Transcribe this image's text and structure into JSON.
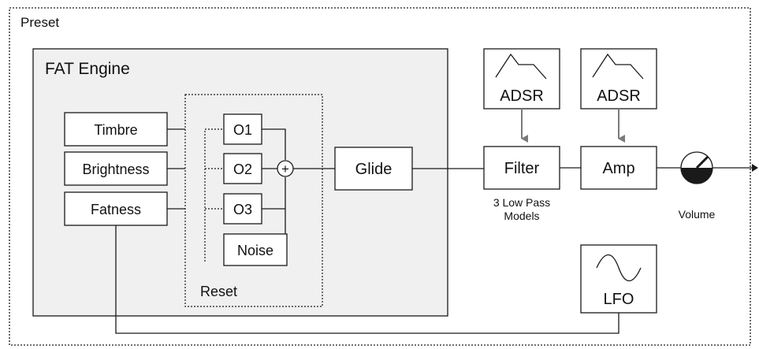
{
  "preset": {
    "label": "Preset"
  },
  "engine": {
    "title": "FAT Engine",
    "reset_label": "Reset"
  },
  "controls": [
    "Timbre",
    "Brightness",
    "Fatness"
  ],
  "oscillators": [
    "O1",
    "O2",
    "O3"
  ],
  "noise": "Noise",
  "mixer_symbol": "+",
  "glide": "Glide",
  "filter": {
    "label": "Filter",
    "note_line1": "3 Low Pass",
    "note_line2": "Models"
  },
  "amp": {
    "label": "Amp"
  },
  "envelopes": [
    "ADSR",
    "ADSR"
  ],
  "volume": {
    "label": "Volume"
  },
  "lfo": {
    "label": "LFO"
  }
}
